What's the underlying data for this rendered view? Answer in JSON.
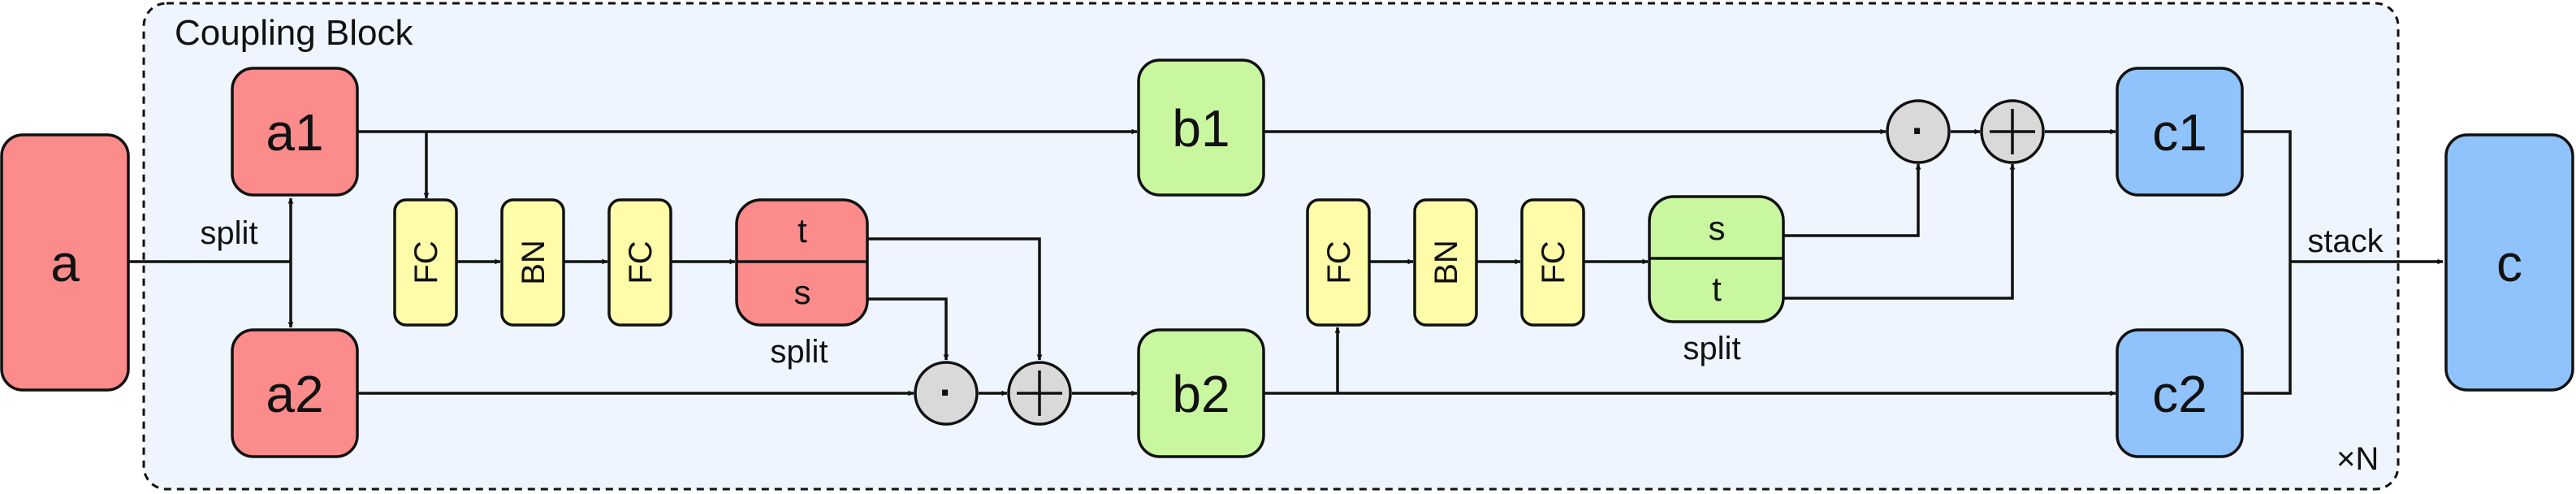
{
  "block": {
    "title": "Coupling Block",
    "repeat": "×N"
  },
  "colors": {
    "red": "#fc8b8b",
    "green": "#c8f7a0",
    "blue": "#90c2fb",
    "yellow": "#fefca9",
    "panel": "#eef5ff",
    "op": "#d9d9d9"
  },
  "nodes": {
    "a": "a",
    "a1": "a1",
    "a2": "a2",
    "b1": "b1",
    "b2": "b2",
    "c1": "c1",
    "c2": "c2",
    "c": "c"
  },
  "edges": {
    "split_in": "split",
    "stack_out": "stack"
  },
  "net1": {
    "fc1": "FC",
    "bn": "BN",
    "fc2": "FC",
    "top": "t",
    "bottom": "s",
    "caption": "split"
  },
  "net2": {
    "fc1": "FC",
    "bn": "BN",
    "fc2": "FC",
    "top": "s",
    "bottom": "t",
    "caption": "split"
  },
  "ops": {
    "mul": "·",
    "add": "+"
  }
}
